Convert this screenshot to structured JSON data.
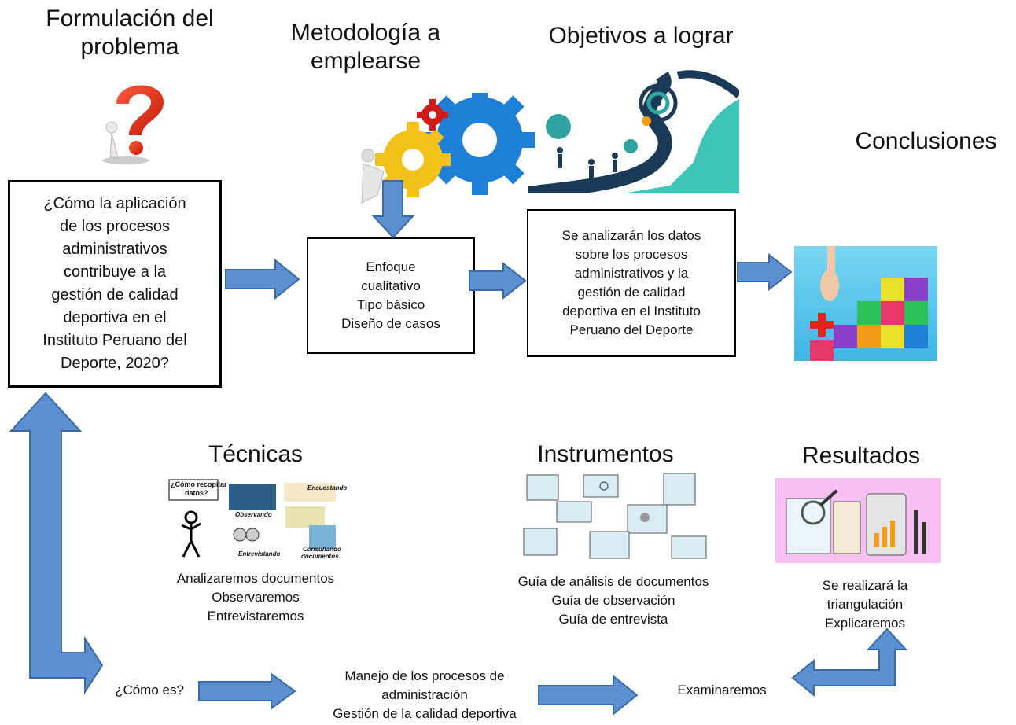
{
  "headers": {
    "formulacion": [
      "Formulación del",
      "problema"
    ],
    "metodologia": [
      "Metodología a",
      "emplearse"
    ],
    "objetivos": "Objetivos a lograr",
    "conclusiones": "Conclusiones",
    "tecnicas": "Técnicas",
    "instrumentos": "Instrumentos",
    "resultados": "Resultados"
  },
  "problem_box": [
    "¿Cómo la aplicación",
    "de los procesos",
    "administrativos",
    "contribuye a la",
    "gestión de calidad",
    "deportiva en el",
    "Instituto Peruano del",
    "Deporte, 2020?"
  ],
  "method_box": [
    "Enfoque",
    "cualitativo",
    "Tipo básico",
    "Diseño de casos"
  ],
  "objectives_box": [
    "Se analizarán los datos",
    "sobre los procesos",
    "administrativos y la",
    "gestión de calidad",
    "deportiva en el Instituto",
    "Peruano del Deporte"
  ],
  "techniques": [
    "Analizaremos documentos",
    "Observaremos",
    "Entrevistaremos"
  ],
  "instruments": [
    "Guía de análisis de documentos",
    "Guía de observación",
    "Guía de entrevista"
  ],
  "results": [
    "Se realizará la",
    "triangulación",
    "Explicaremos"
  ],
  "bottom_flow": {
    "como_es": "¿Cómo es?",
    "manejo": [
      "Manejo de los procesos de",
      "administración",
      "Gestión de la calidad deportiva"
    ],
    "examinaremos": "Examinaremos"
  },
  "illustration_labels": {
    "tecnicas": [
      "¿Cómo recopilar",
      "datos?",
      "Encuestando",
      "Observando",
      "Entrevistando",
      "Consultando",
      "documentos."
    ]
  },
  "colors": {
    "arrow_fill": "#5b8fd0",
    "arrow_stroke": "#3a6aa8"
  }
}
